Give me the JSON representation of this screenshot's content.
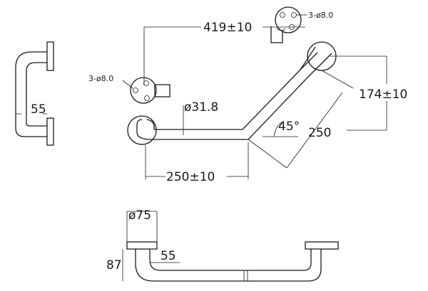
{
  "dimensions": {
    "top_span": "419±10",
    "hole_spec_right": "3-ø8.0",
    "hole_spec_left": "3-ø8.0",
    "vertical_offset": "174±10",
    "tube_diameter": "ø31.8",
    "angle": "45°",
    "diagonal_length": "250",
    "bottom_span": "250±10",
    "side_depth": "55",
    "flange_diameter": "ø75",
    "height": "87",
    "bottom_depth": "55"
  },
  "colors": {
    "line": "#1a1a1a",
    "background": "#ffffff"
  }
}
